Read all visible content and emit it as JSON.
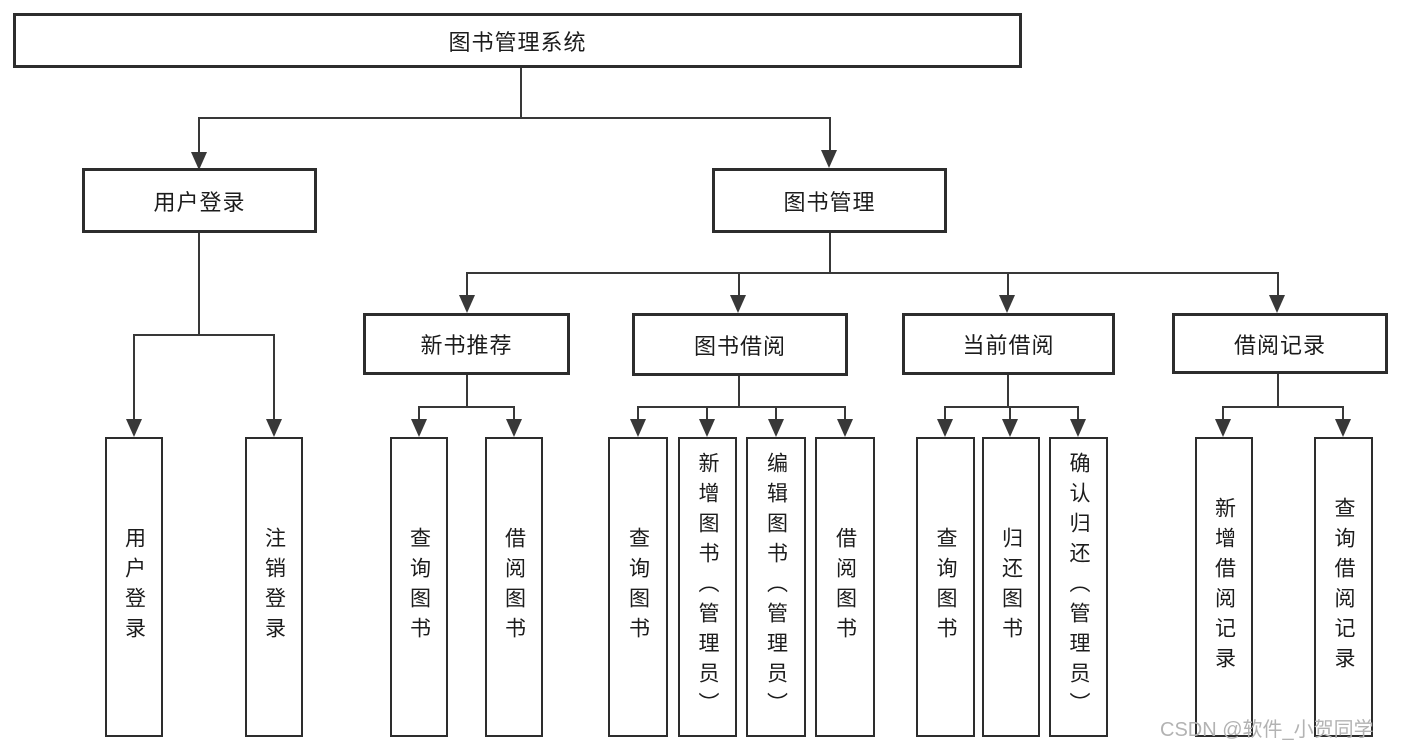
{
  "tree": {
    "root": "图书管理系统",
    "branches": [
      {
        "label": "用户登录",
        "children": [
          "用户登录",
          "注销登录"
        ]
      },
      {
        "label": "图书管理",
        "sections": [
          {
            "label": "新书推荐",
            "children": [
              "查询图书",
              "借阅图书"
            ]
          },
          {
            "label": "图书借阅",
            "children": [
              "查询图书",
              "新增图书（管理员）",
              "编辑图书（管理员）",
              "借阅图书"
            ]
          },
          {
            "label": "当前借阅",
            "children": [
              "查询图书",
              "归还图书",
              "确认归还（管理员）"
            ]
          },
          {
            "label": "借阅记录",
            "children": [
              "新增借阅记录",
              "查询借阅记录"
            ]
          }
        ]
      }
    ]
  },
  "watermark": "CSDN @软件_小贺同学",
  "colors": {
    "line": "#383838",
    "box_border": "#2d2d2d",
    "text": "#1c1c1c",
    "watermark": "#b3b3b3",
    "background": "#ffffff"
  }
}
